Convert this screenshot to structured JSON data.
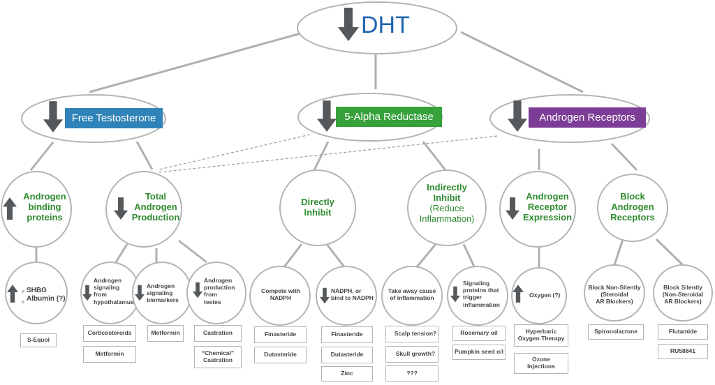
{
  "root": {
    "label": "DHT"
  },
  "level1": {
    "free_testosterone": "Free Testosterone",
    "alpha_reductase": "5-Alpha Reductase",
    "androgen_receptors": "Androgen Receptors"
  },
  "level2": {
    "binding_1": "Androgen",
    "binding_2": "binding",
    "binding_3": "proteins",
    "total_1": "Total",
    "total_2": "Androgen",
    "total_3": "Production",
    "direct_1": "Directly",
    "direct_2": "Inhibit",
    "indirect_1": "Indirectly",
    "indirect_2": "Inhibit",
    "indirect_3": "(Reduce",
    "indirect_4": "Inflammation)",
    "expr_1": "Androgen",
    "expr_2": "Receptor",
    "expr_3": "Expression",
    "block_1": "Block",
    "block_2": "Androgen",
    "block_3": "Receptors"
  },
  "level3": {
    "shbg": "SHBG",
    "albumin": "Albumin (?)",
    "hypo_1": "Androgen",
    "hypo_2": "signaling",
    "hypo_3": "from",
    "hypo_4": "hypothalamus",
    "bio_1": "Androgen",
    "bio_2": "signaling",
    "bio_3": "biomarkers",
    "testes_1": "Androgen",
    "testes_2": "production",
    "testes_3": "from",
    "testes_4": "testes",
    "compete_1": "Compete with",
    "compete_2": "NADPH",
    "nadph_1": "NADPH, or",
    "nadph_2": "bind to NADPH",
    "cause_1": "Take away cause",
    "cause_2": "of inflammation",
    "sig_1": "Signaling",
    "sig_2": "proteins that",
    "sig_3": "trigger",
    "sig_4": "inflammation",
    "oxygen": "Oxygen (?)",
    "nonsil_1": "Block Non-Silently",
    "nonsil_2": "(Steroidal",
    "nonsil_3": "AR Blockers)",
    "sil_1": "Block Silently",
    "sil_2": "(Non-Steroidal",
    "sil_3": "AR Blockers)"
  },
  "boxes": {
    "s_equol": "S-Equol",
    "corticosteroids": "Corticosteroids",
    "metformin_a": "Metformin",
    "metformin_b": "Metformin",
    "castration": "Castration",
    "chem_castration_1": "“Chemical”",
    "chem_castration_2": "Castration",
    "finasteride_a": "Finasteride",
    "dutasteride_a": "Dutasteride",
    "finasteride_b": "Finasteride",
    "dutasteride_b": "Dutasteride",
    "zinc": "Zinc",
    "scalp": "Scalp tension?",
    "skull": "Skull growth?",
    "qqq": "???",
    "rosemary": "Rosemary oil",
    "pumpkin": "Pumpkin seed oil",
    "hbot_1": "Hyperbaric",
    "hbot_2": "Oxygen Therapy",
    "ozone_1": "Ozone",
    "ozone_2": "Injections",
    "spironolactone": "Spironolactone",
    "flutamide": "Flutamide",
    "ru58841": "RU58841"
  },
  "colors": {
    "root_text": "#2266b0",
    "free_testosterone_bg": "#2f83b8",
    "alpha_reductase_bg": "#37a13c",
    "androgen_receptors_bg": "#7d3d96",
    "label_green": "#2e8b2e",
    "arrow_gray": "#55595c",
    "connector_gray": "#b0b0b0"
  },
  "icons": {
    "down": "down-arrow-icon",
    "up": "up-arrow-icon"
  }
}
